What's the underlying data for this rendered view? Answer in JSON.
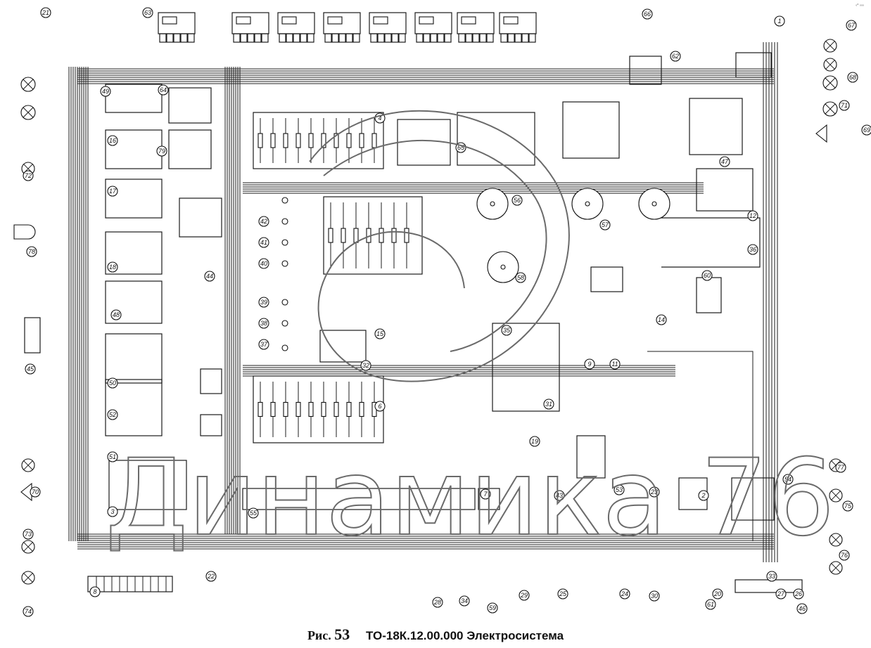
{
  "caption": {
    "prefix": "Рис.",
    "number": "53",
    "title": "ТО-18К.12.00.000  Электросистема"
  },
  "watermark": "Динамика 76",
  "corner_mark": "₀⁶ ₀₀₀",
  "component_numbers": [
    "1",
    "2",
    "3",
    "4",
    "6",
    "7",
    "8",
    "9",
    "11",
    "12",
    "14",
    "15",
    "16",
    "17",
    "18",
    "19",
    "20",
    "21",
    "22",
    "23",
    "24",
    "25",
    "26",
    "27",
    "28",
    "29",
    "30",
    "31",
    "32",
    "33",
    "34",
    "35",
    "36",
    "37",
    "38",
    "39",
    "40",
    "41",
    "42",
    "43",
    "44",
    "45",
    "46",
    "47",
    "48",
    "49",
    "50",
    "51",
    "52",
    "53",
    "54",
    "55",
    "56",
    "57",
    "58",
    "59",
    "60",
    "61",
    "62",
    "63",
    "64",
    "65",
    "66",
    "67",
    "68",
    "69",
    "70",
    "71",
    "72",
    "73",
    "74",
    "75",
    "76",
    "77",
    "78",
    "79"
  ]
}
